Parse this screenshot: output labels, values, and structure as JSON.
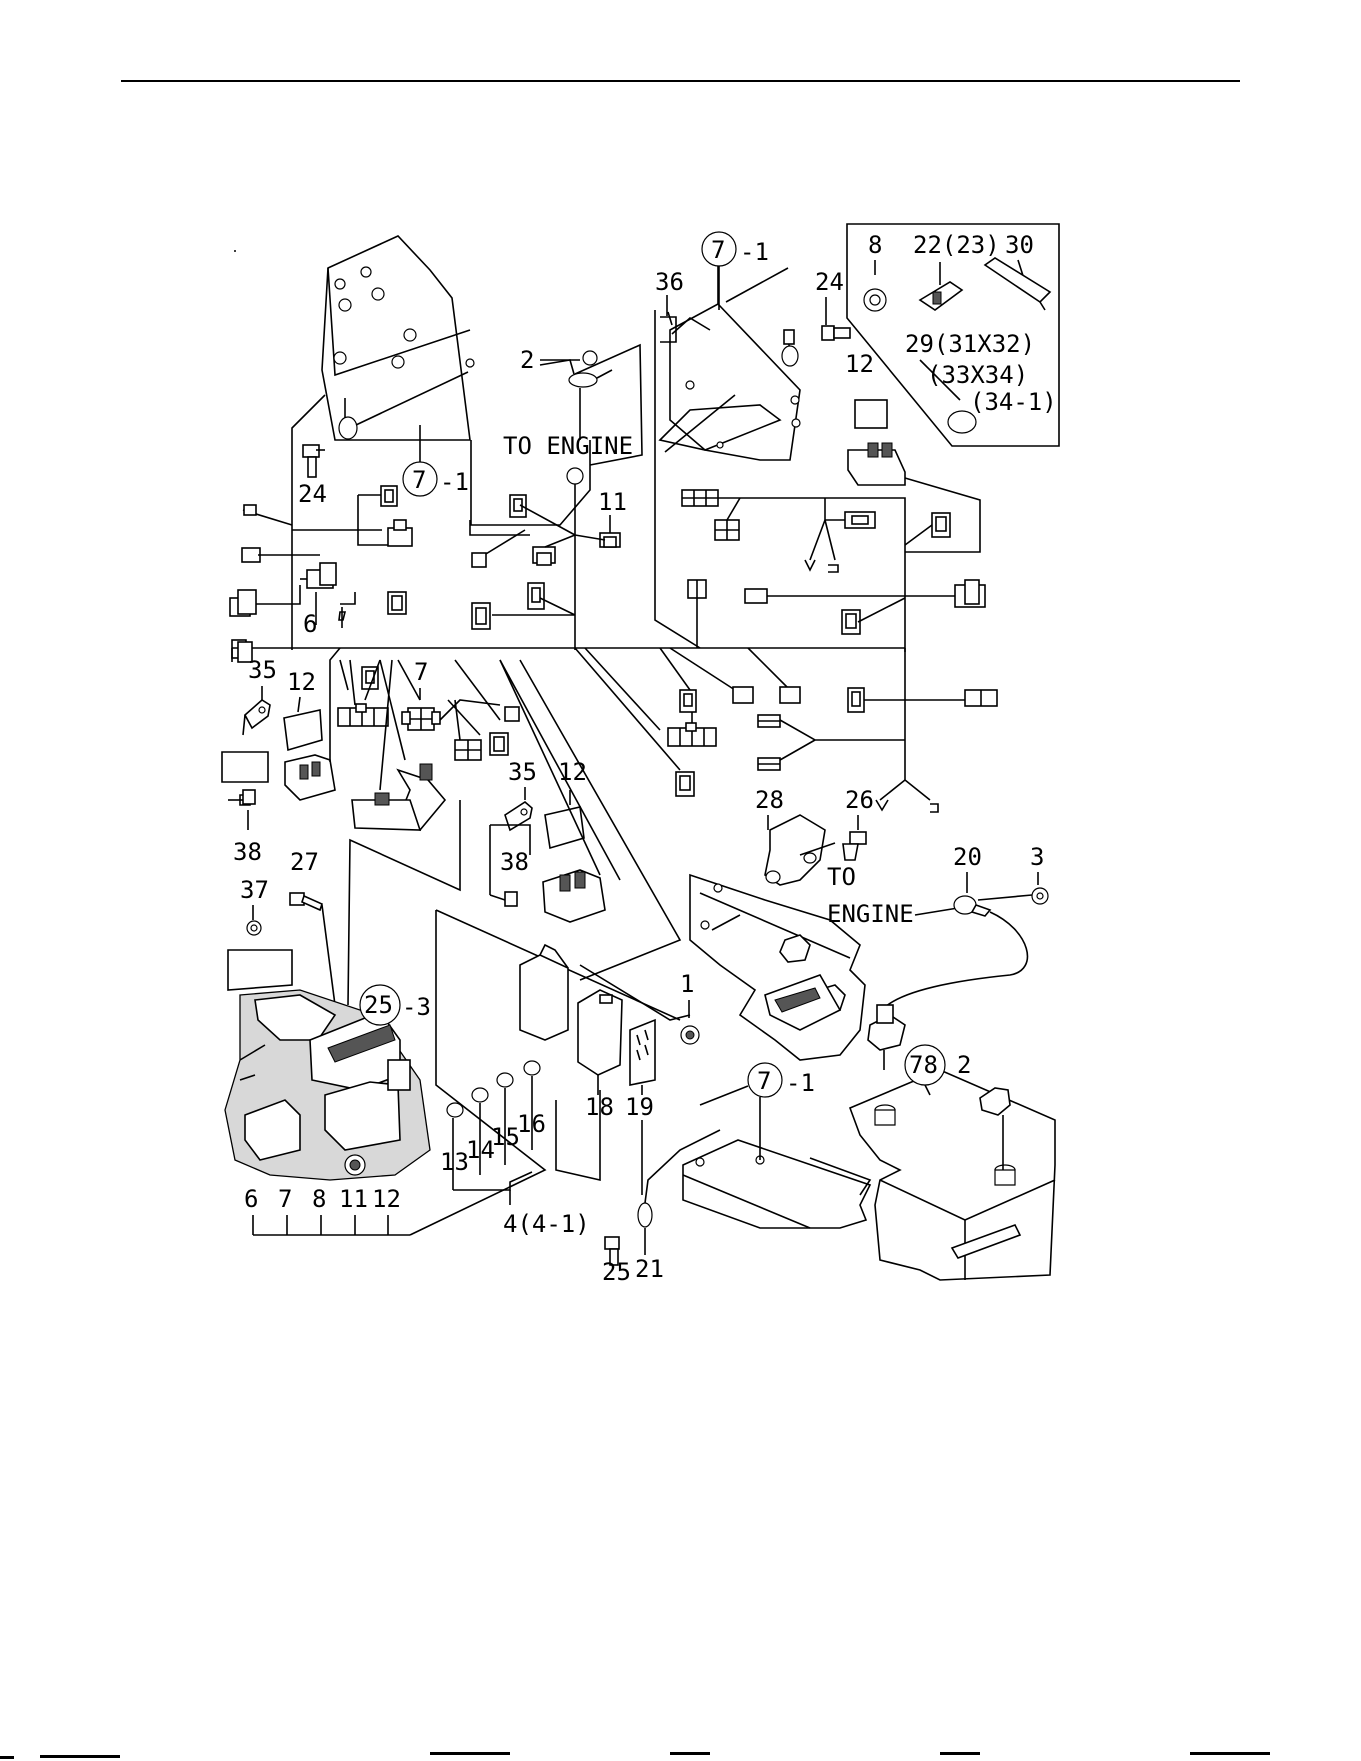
{
  "callouts": {
    "c1": "1",
    "c2": "2",
    "c3": "3",
    "c6a": "6",
    "c7a": "7",
    "c8": "8",
    "c11": "11",
    "c12a": "12",
    "c12b": "12",
    "c12c": "12",
    "c13": "13",
    "c14": "14",
    "c15": "15",
    "c16": "16",
    "c18": "18",
    "c19": "19",
    "c20": "20",
    "c21": "21",
    "c22": "22(23)",
    "c24a": "24",
    "c24b": "24",
    "c25": "25",
    "c26": "26",
    "c27": "27",
    "c28": "28",
    "c29": "29(31X32)",
    "c29b": "(33X34)",
    "c29c": "(34-1)",
    "c30": "30",
    "c35a": "35",
    "c35b": "35",
    "c36": "36",
    "c37": "37",
    "c38a": "38",
    "c38b": "38",
    "c4": "4(4-1)",
    "c7b": "7",
    "c71a": "7",
    "c71a_suffix": "-1",
    "c71b": "7",
    "c71b_suffix": "-1",
    "c71c": "7",
    "c71c_suffix": "-1",
    "c253": "25",
    "c253_suffix": "-3",
    "c78": "78",
    "c78_suffix": "2",
    "b6": "6",
    "b7": "7",
    "b8": "8",
    "b11": "11",
    "b12": "12"
  },
  "labels": {
    "to_engine_1": "TO ENGINE",
    "to_engine_2a": "TO",
    "to_engine_2b": "ENGINE"
  }
}
